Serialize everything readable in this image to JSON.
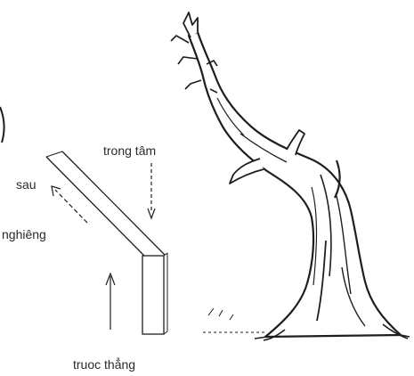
{
  "labels": {
    "center_of_gravity": "trong tâm",
    "back": "sau",
    "lean": "nghiêng",
    "upright": "truoc thẳng"
  },
  "colors": {
    "ink": "#1e1e1e",
    "paper": "#ffffff"
  }
}
